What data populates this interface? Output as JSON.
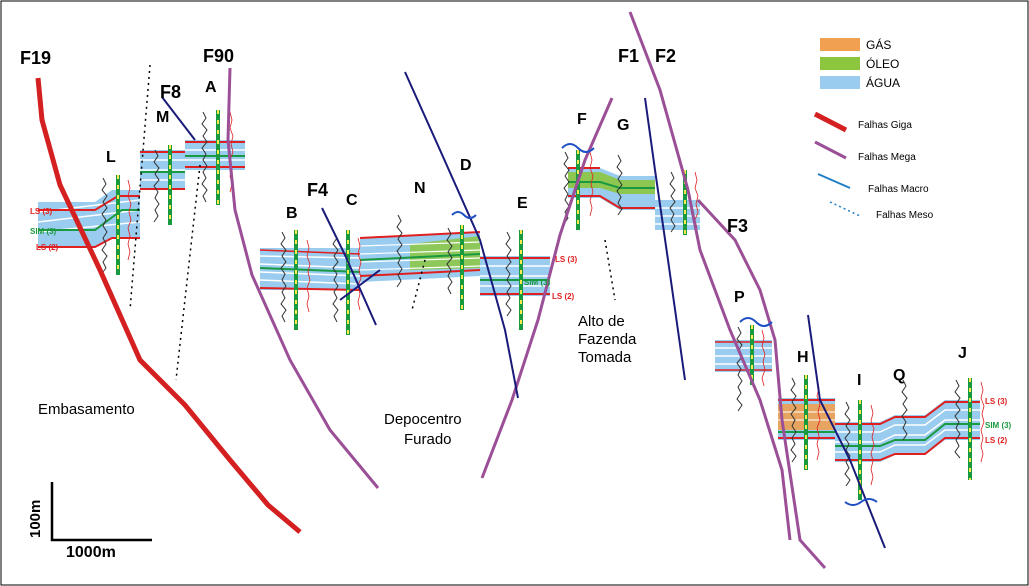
{
  "faults": {
    "f19": "F19",
    "f90": "F90",
    "f8": "F8",
    "f4": "F4",
    "f1": "F1",
    "f2": "F2",
    "f3": "F3"
  },
  "wells": {
    "L": "L",
    "M": "M",
    "A": "A",
    "B": "B",
    "C": "C",
    "N": "N",
    "D": "D",
    "E": "E",
    "F": "F",
    "G": "G",
    "P": "P",
    "H": "H",
    "I": "I",
    "Q": "Q",
    "J": "J"
  },
  "areas": {
    "embasamento": "Embasamento",
    "depocentro_1": "Depocentro",
    "depocentro_2": "Furado",
    "alto_1": "Alto de",
    "alto_2": "Fazenda",
    "alto_3": "Tomada"
  },
  "horizons": {
    "ls3": "LS (3)",
    "sim3": "SIM (3)",
    "ls2": "LS (2)"
  },
  "legend": {
    "gas": "GÁS",
    "oleo": "ÓLEO",
    "agua": "ÁGUA",
    "giga": "Falhas Giga",
    "mega": "Falhas Mega",
    "macro": "Falhas Macro",
    "meso": "Falhas Meso"
  },
  "scale": {
    "vertical": "100m",
    "horizontal": "1000m"
  },
  "colors": {
    "gas": "#f0a050",
    "oleo": "#8cc63f",
    "agua": "#99ccee",
    "giga": "#d42020",
    "mega": "#9b4f96",
    "macro": "#1f7fc4",
    "meso_fault": "#1f7fc4",
    "deep_fault": "#1a1a7a",
    "ls": "#e02020",
    "sim": "#1a9a40"
  }
}
